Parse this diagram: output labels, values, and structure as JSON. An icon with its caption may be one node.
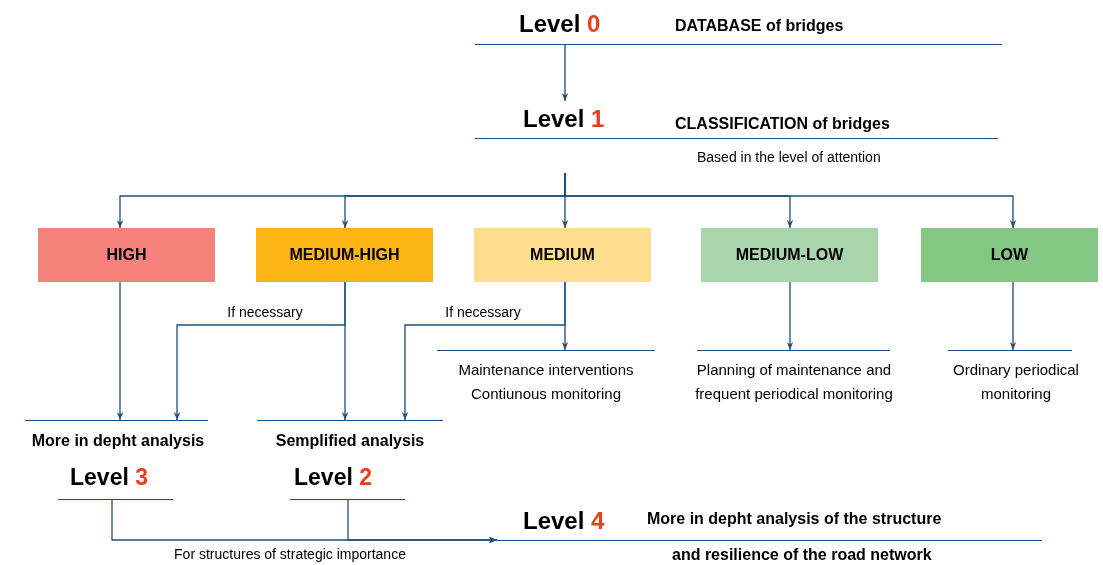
{
  "diagram": {
    "nodes": [
      {
        "text": [
          "Level 0",
          "DATABASE of bridges"
        ]
      },
      {
        "text": [
          "Level 1",
          "CLASSIFICATION of bridges",
          "Based in the level of attention"
        ]
      },
      {
        "text": [
          "HIGH"
        ]
      },
      {
        "text": [
          "MEDIUM-HIGH"
        ]
      },
      {
        "text": [
          "MEDIUM"
        ]
      },
      {
        "text": [
          "MEDIUM-LOW"
        ]
      },
      {
        "text": [
          "LOW"
        ]
      },
      {
        "text": [
          "More in depht analysis",
          "Level 3"
        ]
      },
      {
        "text": [
          "Semplified analysis",
          "Level 2"
        ]
      },
      {
        "text": [
          "Maintenance interventions Contiunous monitoring"
        ]
      },
      {
        "text": [
          "Planning of maintenance and frequent periodical monitoring"
        ]
      },
      {
        "text": [
          "Ordinary periodical monitoring"
        ]
      },
      {
        "text": [
          "Level 4",
          "More in depht analysis of the structure",
          "and resilience of the road network"
        ]
      }
    ],
    "edges": [
      {
        "from": 0,
        "to": 1,
        "arrow": "to"
      },
      {
        "from": 1,
        "to": 2,
        "arrow": "to"
      },
      {
        "from": 1,
        "to": 3,
        "arrow": "to"
      },
      {
        "from": 1,
        "to": 4,
        "arrow": "to"
      },
      {
        "from": 1,
        "to": 5,
        "arrow": "to"
      },
      {
        "from": 1,
        "to": 6,
        "arrow": "to"
      },
      {
        "from": 2,
        "to": 7,
        "arrow": "to"
      },
      {
        "from": 3,
        "to": 7,
        "arrow": "to",
        "label": "If necessary"
      },
      {
        "from": 3,
        "to": 8,
        "arrow": "to"
      },
      {
        "from": 4,
        "to": 8,
        "arrow": "to",
        "label": "If necessary"
      },
      {
        "from": 4,
        "to": 9,
        "arrow": "to"
      },
      {
        "from": 5,
        "to": 10,
        "arrow": "to"
      },
      {
        "from": 6,
        "to": 11,
        "arrow": "to"
      },
      {
        "from": 7,
        "to": 12,
        "arrow": "to",
        "label": "For structures of strategic importance"
      },
      {
        "from": 8,
        "to": 12,
        "arrow": "to"
      }
    ]
  }
}
